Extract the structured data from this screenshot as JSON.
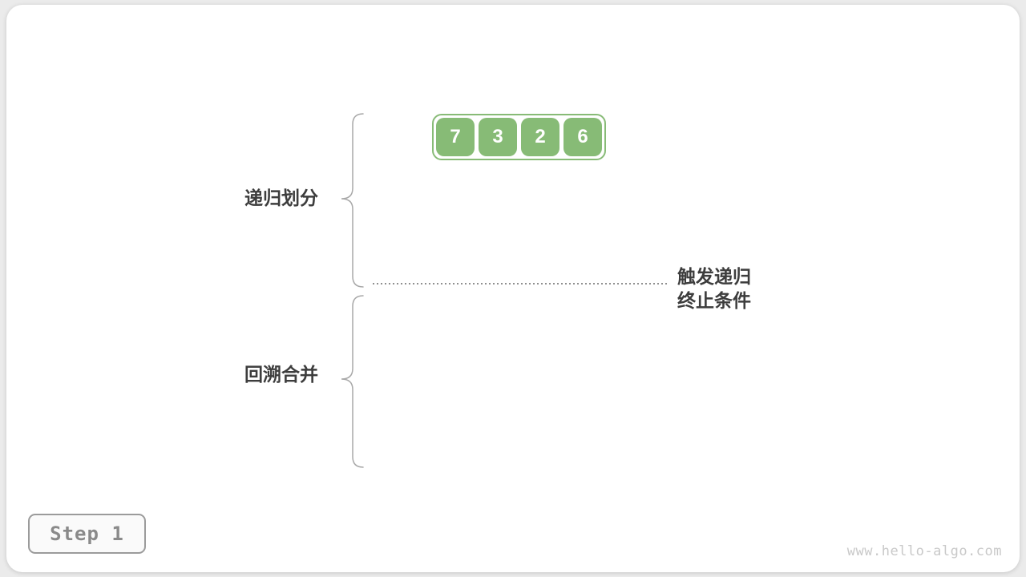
{
  "array": {
    "values": [
      "7",
      "3",
      "2",
      "6"
    ],
    "box_color": "#87bb76",
    "text_color": "#ffffff"
  },
  "labels": {
    "divide": "递归划分",
    "merge": "回溯合并",
    "terminate_line1": "触发递归",
    "terminate_line2": "终止条件"
  },
  "step_badge": {
    "label": "Step 1"
  },
  "watermark": {
    "text": "www.hello-algo.com"
  },
  "colors": {
    "page_background": "#ebebeb",
    "card_background": "#ffffff",
    "accent_green": "#87bb76",
    "label_text": "#3d3d3d",
    "brace_stroke": "#a8a8a8",
    "dotted_line": "#8f8f8f",
    "step_text": "#8a8a8a",
    "step_border": "#9b9b9b",
    "watermark_text": "#c9c9c9"
  }
}
